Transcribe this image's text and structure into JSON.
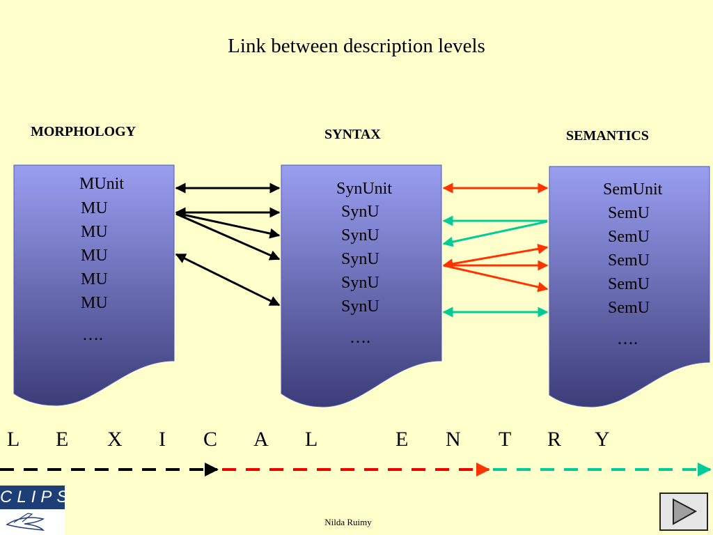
{
  "title": "Link between description levels",
  "headings": {
    "morphology": "MORPHOLOGY",
    "syntax": "SYNTAX",
    "semantics": "SEMANTICS"
  },
  "morphology_box": {
    "unit": "MUnit",
    "items": [
      "MU",
      "MU",
      "MU",
      "MU",
      "MU"
    ],
    "ellipsis": "…."
  },
  "syntax_box": {
    "unit": "SynUnit",
    "items": [
      "SynU",
      "SynU",
      "SynU",
      "SynU",
      "SynU"
    ],
    "ellipsis": "…."
  },
  "semantics_box": {
    "unit": "SemUnit",
    "items": [
      "SemU",
      "SemU",
      "SemU",
      "SemU",
      "SemU"
    ],
    "ellipsis": "…."
  },
  "lexical_entry": [
    "L",
    "E",
    "X",
    "I",
    "C",
    "A",
    "L",
    "E",
    "N",
    "T",
    "R",
    "Y"
  ],
  "footer": "Nilda Ruimy",
  "logo": {
    "text": "CLIPS"
  },
  "colors": {
    "background": "#FFFFCC",
    "box_top": "#9A9EF0",
    "box_bottom": "#3C3C78",
    "morph_syntax_links": "#000000",
    "syntax_semantics_red": "#FF3300",
    "syntax_semantics_green": "#00CC99"
  },
  "icons": {
    "next": "play-triangle-icon",
    "logo": "clips-airplane-logo"
  }
}
